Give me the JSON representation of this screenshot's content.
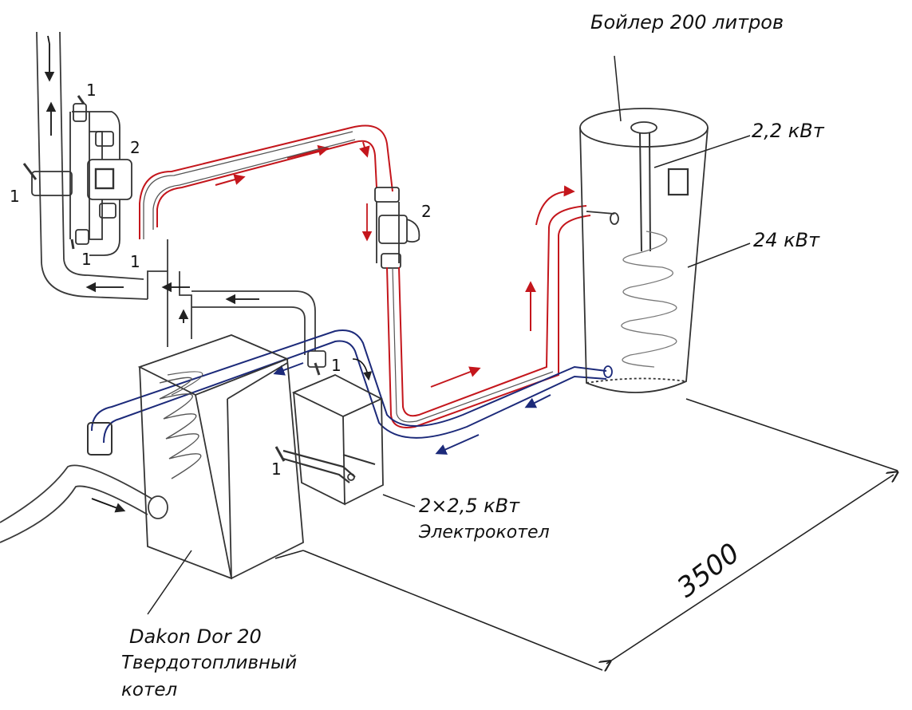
{
  "labels": {
    "boiler_title": "Бойлер 200 литров",
    "heater_power": "2,2 кВт",
    "coil_power": "24 кВт",
    "electric_power": "2×2,5 кВт",
    "electric_name": "Электрокотел",
    "dimension": "3500",
    "solid_model": "Dakon Dor 20",
    "solid_line1": "Твердотопливный",
    "solid_line2": "котел"
  },
  "markers": {
    "valve": "1",
    "pump": "2"
  },
  "colors": {
    "hot": "#c4161c",
    "cold": "#1c2a7a",
    "pencil": "#3a3a3a",
    "ink": "#111111"
  }
}
